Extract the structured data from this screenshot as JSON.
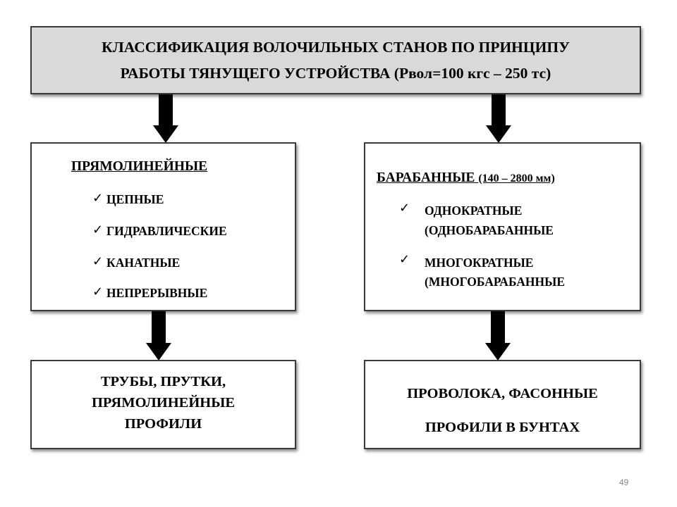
{
  "header": {
    "line1": "КЛАССИФИКАЦИЯ ВОЛОЧИЛЬНЫХ СТАНОВ ПО ПРИНЦИПУ",
    "line2": "РАБОТЫ ТЯНУЩЕГО УСТРОЙСТВА (Рвол=100 кгс – 250 тс)"
  },
  "left": {
    "title": "ПРЯМОЛИНЕЙНЫЕ",
    "items": [
      "ЦЕПНЫЕ",
      "ГИДРАВЛИЧЕСКИЕ",
      "КАНАТНЫЕ",
      "НЕПРЕРЫВНЫЕ"
    ]
  },
  "right": {
    "title": "БАРАБАННЫЕ",
    "title_note": "(140 – 2800 мм)",
    "items": [
      {
        "line1": "ОДНОКРАТНЫЕ",
        "line2": "(ОДНОБАРАБАННЫЕ"
      },
      {
        "line1": "МНОГОКРАТНЫЕ",
        "line2": "(МНОГОБАРАБАННЫЕ"
      }
    ]
  },
  "results": {
    "left": [
      "ТРУБЫ, ПРУТКИ,",
      "ПРЯМОЛИНЕЙНЫЕ",
      "ПРОФИЛИ"
    ],
    "right": [
      "ПРОВОЛОКА, ФАСОННЫЕ",
      "ПРОФИЛИ В БУНТАХ"
    ]
  },
  "check_glyph": "✓",
  "page_number": "49"
}
